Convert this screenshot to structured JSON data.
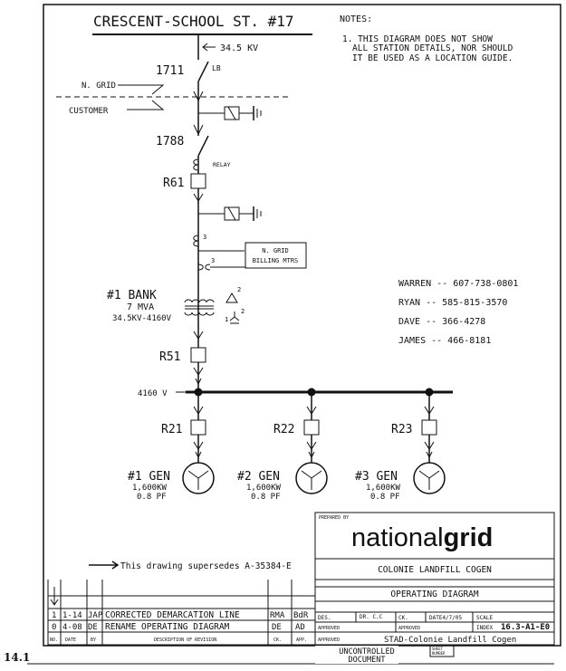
{
  "header": {
    "station": "CRESCENT-SCHOOL ST. #17",
    "voltage": "34.5 KV"
  },
  "notes": {
    "title": "NOTES:",
    "lines": [
      "1. THIS DIAGRAM DOES NOT SHOW",
      "ALL STATION DETAILS, NOR SHOULD",
      "IT BE USED AS A LOCATION GUIDE."
    ]
  },
  "devices": {
    "sw1711": "1711",
    "lb": "LB",
    "ngrid": "N. GRID",
    "customer": "CUSTOMER",
    "sw1788": "1788",
    "relay": "RELAY",
    "r61": "R61",
    "ct_mark": "3",
    "billing": [
      "N. GRID",
      "BILLING MTRS"
    ],
    "bank": [
      "#1 BANK",
      "7 MVA",
      "34.5KV-4160V"
    ],
    "bank_marks": [
      "2",
      "1",
      "2"
    ],
    "r51": "R51",
    "bus": "4160 V"
  },
  "feeders": [
    {
      "breaker": "R21",
      "gen": "#1 GEN",
      "kw": "1,600KW",
      "pf": "0.8 PF"
    },
    {
      "breaker": "R22",
      "gen": "#2 GEN",
      "kw": "1,600KW",
      "pf": "0.8 PF"
    },
    {
      "breaker": "R23",
      "gen": "#3 GEN",
      "kw": "1,600KW",
      "pf": "0.8 PF"
    }
  ],
  "contacts": [
    "WARREN -- 607-738-0801",
    "RYAN -- 585-815-3570",
    "DAVE -- 366-4278",
    "JAMES -- 466-8181"
  ],
  "supersedes": "This drawing supersedes A-35384-E",
  "title_block": {
    "prepared_by": "PREPARED BY",
    "brand_light": "national",
    "brand_bold": "grid",
    "project": "COLONIE LANDFILL COGEN",
    "drawing_type": "OPERATING DIAGRAM",
    "des": "DES.",
    "dr": "DR. C.C",
    "ck": "CK.",
    "date": "DATE4/7/05",
    "scale": "SCALE",
    "approved": "APPROVED",
    "index_label": "INDEX",
    "index": "16.3-A1-E0",
    "file": "STAD-Colonie Landfill Cogen",
    "sheet": [
      "SHEET",
      "NUMBER"
    ]
  },
  "revisions": [
    {
      "no": "1",
      "date": "1-14",
      "by": "JAP",
      "desc": "CORRECTED DEMARCATION LINE",
      "ck": "RMA",
      "app": "BdR"
    },
    {
      "no": "0",
      "date": "4-08",
      "by": "DE",
      "desc": "RENAME OPERATING DIAGRAM",
      "ck": "DE",
      "app": "AD"
    }
  ],
  "revision_headers": [
    "NO.",
    "DATE",
    "BY",
    "DESCRIPTION OF REVISION",
    "CK.",
    "APP."
  ],
  "uncontrolled": [
    "UNCONTROLLED",
    "DOCUMENT"
  ],
  "page_number": "14.1"
}
